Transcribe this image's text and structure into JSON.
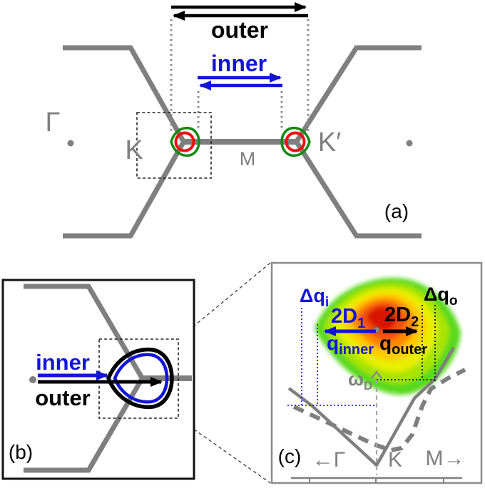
{
  "figure": {
    "panel_a": {
      "tag": "(a)",
      "outer": "outer",
      "inner": "inner",
      "gamma": "Γ",
      "k": "K",
      "k_prime": "K′",
      "m": "M"
    },
    "panel_b": {
      "tag": "(b)",
      "inner": "inner",
      "outer": "outer"
    },
    "panel_c": {
      "tag": "(c)",
      "dq_i": {
        "base": "Δq",
        "sub": "i"
      },
      "dq_o": {
        "base": "Δq",
        "sub": "o"
      },
      "d1": {
        "base": "2D",
        "sub": "1"
      },
      "d2": {
        "base": "2D",
        "sub": "2"
      },
      "q_inner": {
        "base": "q",
        "sub": "inner"
      },
      "q_outer": {
        "base": "q",
        "sub": "outer"
      },
      "omega_d": {
        "base": "ω",
        "sub": "D"
      },
      "x_gamma": "←Γ",
      "x_k": "K",
      "x_m": "M→"
    },
    "colors": {
      "gray": "#7f7f7f",
      "blue": "#1414d9",
      "black": "#000000",
      "red": "#ee0f0f",
      "green": "#128a12",
      "heat_core": "#d81400",
      "heat_rim": "#59d91f"
    }
  }
}
